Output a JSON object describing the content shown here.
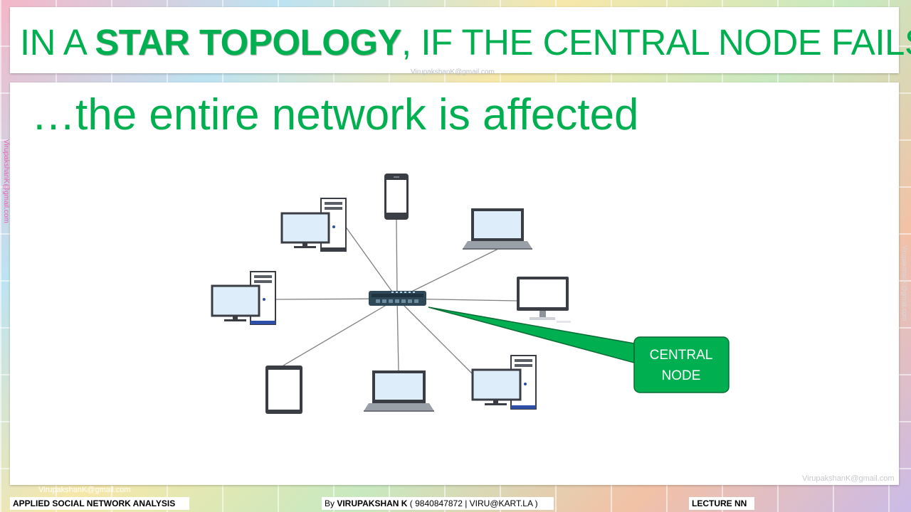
{
  "title": {
    "prefix": "IN A ",
    "emphasis": "STAR TOPOLOGY",
    "suffix": ", IF THE CENTRAL NODE FAILS:"
  },
  "subtitle": "…the entire network is affected",
  "diagram": {
    "callout_line1": "CENTRAL",
    "callout_line2": "NODE",
    "colors": {
      "accent_green": "#00b050",
      "callout_border": "#0b6b35",
      "device_dark": "#3a3d44",
      "screen": "#ddeefa",
      "hub": "#2f4858"
    }
  },
  "watermark": "VirupakshanK@gmail.com",
  "footer": {
    "course": "APPLIED SOCIAL NETWORK ANALYSIS",
    "author_prefix": "By ",
    "author_name": "VIRUPAKSHAN K",
    "author_contact": " ( 9840847872 | VIRU@KART.LA )",
    "lecture": "LECTURE NN"
  }
}
